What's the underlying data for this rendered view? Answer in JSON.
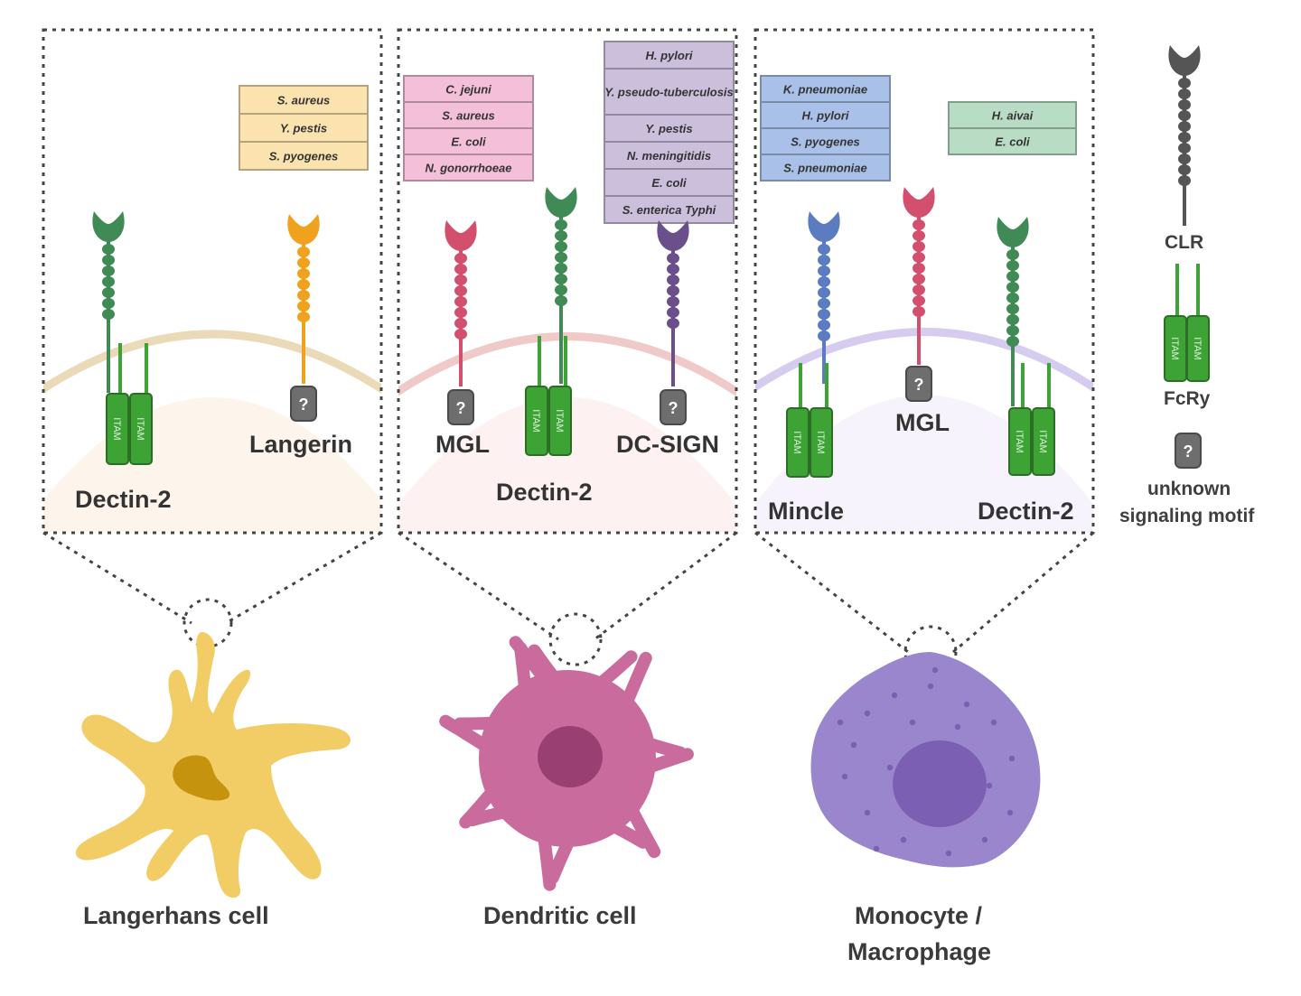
{
  "panels": [
    {
      "id": "langerhans",
      "receptors": [
        "Dectin-2",
        "Langerin"
      ],
      "bacteria": {
        "color": "#fbe3b0",
        "items": [
          "S. aureus",
          "Y. pestis",
          "S. pyogenes"
        ]
      }
    },
    {
      "id": "dendritic",
      "receptors": [
        "MGL",
        "Dectin-2",
        "DC-SIGN"
      ],
      "bacteria_pink": {
        "color": "#f4bfd8",
        "items": [
          "C. jejuni",
          "S. aureus",
          "E. coli",
          "N. gonorrhoeae"
        ]
      },
      "bacteria_purple": {
        "color": "#cbbfdc",
        "items": [
          "H. pylori",
          "Y. pseudo-tuberculosis",
          "Y. pestis",
          "N. meningitidis",
          "E. coli",
          "S. enterica Typhi"
        ]
      }
    },
    {
      "id": "monocyte",
      "receptors": [
        "Mincle",
        "MGL",
        "Dectin-2"
      ],
      "bacteria_blue": {
        "color": "#a9c1e8",
        "items": [
          "K. pneumoniae",
          "H. pylori",
          "S. pyogenes",
          "S. pneumoniae"
        ]
      },
      "bacteria_green": {
        "color": "#b8dcc4",
        "items": [
          "H. aivai",
          "E. coli"
        ]
      }
    }
  ],
  "itam_label": "ITAM",
  "unknown_symbol": "?",
  "cells": [
    "Langerhans cell",
    "Dendritic cell",
    "Monocyte /",
    "Macrophage"
  ],
  "legend": {
    "clr": "CLR",
    "fcrg": "FcRy",
    "unknown_line1": "unknown",
    "unknown_line2": "signaling motif"
  },
  "colors": {
    "dectin2": "#3f8a55",
    "langerin": "#f0a21e",
    "mgl": "#d2506e",
    "dcsign": "#6a4f8a",
    "mincle": "#5b7cc0",
    "clr": "#555555",
    "itam": "#3ea335",
    "langerhans_cell": "#f2cd66",
    "dendritic_cell": "#c96b9c",
    "macrophage": "#9a86cc"
  }
}
